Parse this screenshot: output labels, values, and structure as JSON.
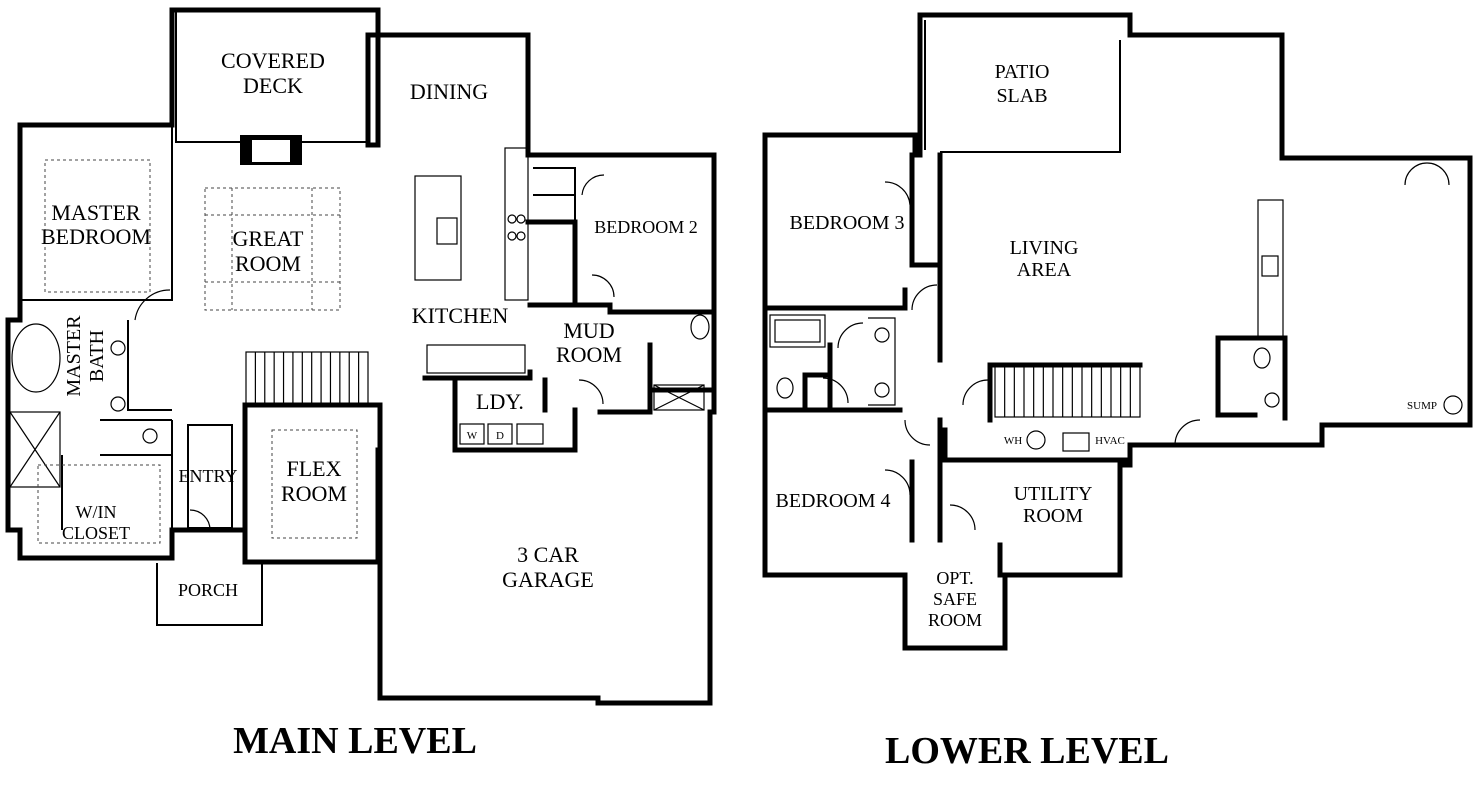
{
  "main_level": {
    "title": "MAIN LEVEL",
    "rooms": {
      "covered_deck": [
        "COVERED",
        "DECK"
      ],
      "dining": [
        "DINING"
      ],
      "master_bedroom": [
        "MASTER",
        "BEDROOM"
      ],
      "great_room": [
        "GREAT",
        "ROOM"
      ],
      "bedroom_2": [
        "BEDROOM 2"
      ],
      "kitchen": [
        "KITCHEN"
      ],
      "mud_room": [
        "MUD",
        "ROOM"
      ],
      "master_bath": [
        "MASTER",
        "BATH"
      ],
      "laundry": [
        "LDY."
      ],
      "washer": "W",
      "dryer": "D",
      "entry": [
        "ENTRY"
      ],
      "flex_room": [
        "FLEX",
        "ROOM"
      ],
      "closet": [
        "W/IN",
        "CLOSET"
      ],
      "porch": [
        "PORCH"
      ],
      "garage": [
        "3 CAR",
        "GARAGE"
      ]
    }
  },
  "lower_level": {
    "title": "LOWER LEVEL",
    "rooms": {
      "patio_slab": [
        "PATIO",
        "SLAB"
      ],
      "bedroom_3": [
        "BEDROOM 3"
      ],
      "living_area": [
        "LIVING",
        "AREA"
      ],
      "bedroom_4": [
        "BEDROOM 4"
      ],
      "utility_room": [
        "UTILITY",
        "ROOM"
      ],
      "safe_room": [
        "OPT.",
        "SAFE",
        "ROOM"
      ],
      "sump": "SUMP",
      "water_heater": "WH",
      "hvac": "HVAC"
    }
  }
}
